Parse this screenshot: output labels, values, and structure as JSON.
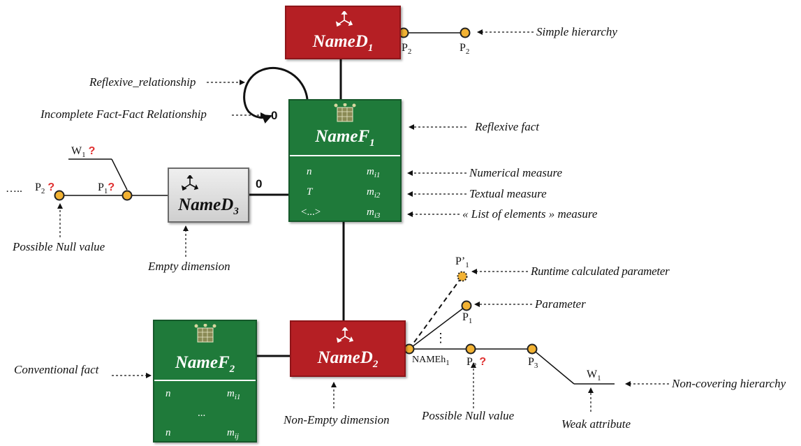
{
  "dimensions": {
    "d1": {
      "name": "NameD",
      "sub": "1"
    },
    "d2": {
      "name": "NameD",
      "sub": "2"
    },
    "d3": {
      "name": "NameD",
      "sub": "3"
    }
  },
  "facts": {
    "f1": {
      "name": "NameF",
      "sub": "1",
      "measures": [
        {
          "left": "n",
          "right": "m",
          "right_sub": "i1"
        },
        {
          "left": "T",
          "right": "m",
          "right_sub": "i2"
        },
        {
          "left": "<...>",
          "right": "m",
          "right_sub": "i3"
        }
      ]
    },
    "f2": {
      "name": "NameF",
      "sub": "2",
      "measures": [
        {
          "left": "n",
          "right": "m",
          "right_sub": "i1"
        },
        {
          "left": "...",
          "right": "",
          "right_sub": ""
        },
        {
          "left": "n",
          "right": "m",
          "right_sub": "ij"
        }
      ]
    }
  },
  "parameters": {
    "d1_p2a": {
      "base": "P",
      "sub": "2"
    },
    "d1_p2b": {
      "base": "P",
      "sub": "2"
    },
    "d3_p1": {
      "base": "P",
      "sub": "1",
      "mark": "?"
    },
    "d3_p2": {
      "base": "P",
      "sub": "2",
      "mark": "?"
    },
    "d3_w1": {
      "base": "W",
      "sub": "1",
      "mark": "?"
    },
    "d3_dots": "…..",
    "d2_p1prime": {
      "base": "P’",
      "sub": "1"
    },
    "d2_p1": {
      "base": "P",
      "sub": "1"
    },
    "d2_p2": {
      "base": "P",
      "sub": "2",
      "mark": "?"
    },
    "d2_p3": {
      "base": "P",
      "sub": "3"
    },
    "d2_w1": {
      "base": "W",
      "sub": "1"
    },
    "d2_hier": {
      "base": "NAMEh",
      "sub": "1"
    },
    "d2_dots": "⋮"
  },
  "cardinalities": {
    "reflexive_zero": "0",
    "d3_zero": "0"
  },
  "annotations": {
    "simple_hierarchy": "Simple hierarchy",
    "reflexive_relationship": "Reflexive_relationship",
    "incomplete_fact_fact": "Incomplete Fact-Fact Relationship",
    "reflexive_fact": "Reflexive fact",
    "numerical_measure": "Numerical measure",
    "textual_measure": "Textual measure",
    "list_measure": "« List of elements » measure",
    "possible_null_left": "Possible Null value",
    "empty_dimension": "Empty dimension",
    "runtime_parameter": "Runtime calculated parameter",
    "parameter": "Parameter",
    "conventional_fact": "Conventional fact",
    "non_empty_dimension": "Non-Empty dimension",
    "possible_null_bottom": "Possible Null value",
    "weak_attribute": "Weak attribute",
    "non_covering_hierarchy": "Non-covering hierarchy"
  },
  "colors": {
    "dimension": "#b51f24",
    "fact": "#1f7a3a",
    "empty_dimension": "#d9d9d9",
    "parameter_node": "#f2b233",
    "null_mark": "#e03030"
  }
}
